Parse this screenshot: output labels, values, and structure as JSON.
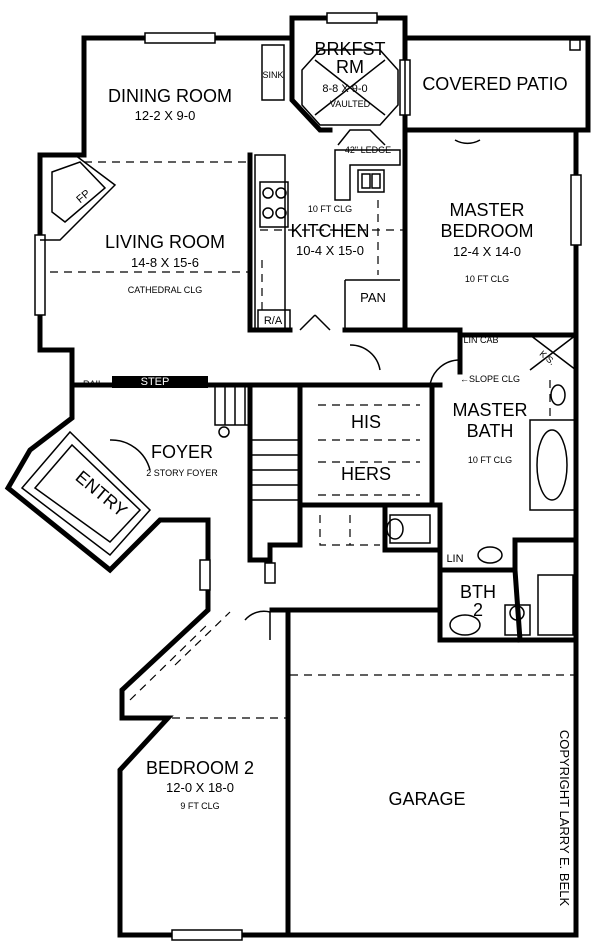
{
  "rooms": {
    "breakfast": {
      "name_line1": "BRKFST",
      "name_line2": "RM",
      "dims": "8-8 X 9-0",
      "note": "VAULTED"
    },
    "dining": {
      "name": "DINING ROOM",
      "dims": "12-2 X 9-0"
    },
    "covered_patio": {
      "name": "COVERED PATIO"
    },
    "living": {
      "name": "LIVING ROOM",
      "dims": "14-8 X 15-6",
      "note": "CATHEDRAL CLG"
    },
    "kitchen": {
      "name": "KITCHEN",
      "dims": "10-4 X 15-0",
      "note": "10 FT CLG"
    },
    "master_bedroom": {
      "name_line1": "MASTER",
      "name_line2": "BEDROOM",
      "dims": "12-4 X 14-0",
      "note": "10 FT CLG"
    },
    "master_bath": {
      "name_line1": "MASTER",
      "name_line2": "BATH",
      "note": "10 FT CLG"
    },
    "foyer": {
      "name": "FOYER",
      "note": "2 STORY FOYER"
    },
    "entry": {
      "name": "ENTRY"
    },
    "his": {
      "name": "HIS"
    },
    "hers": {
      "name": "HERS"
    },
    "bath2": {
      "name_line1": "BTH",
      "name_line2": "2"
    },
    "bedroom2": {
      "name": "BEDROOM 2",
      "dims": "12-0 X 18-0",
      "note": "9 FT CLG"
    },
    "garage": {
      "name": "GARAGE"
    }
  },
  "labels": {
    "fireplace": "FP",
    "ledge": "42\" LEDGE",
    "pantry": "PAN",
    "ra": "R/A",
    "step": "STEP",
    "rail": "RAIL",
    "lin_cab": "LIN CAB",
    "ks": "K.S.",
    "slope_clg": "←SLOPE CLG",
    "lin": "LIN",
    "sink": "SINK"
  },
  "copyright": "COPYRIGHT LARRY E. BELK"
}
